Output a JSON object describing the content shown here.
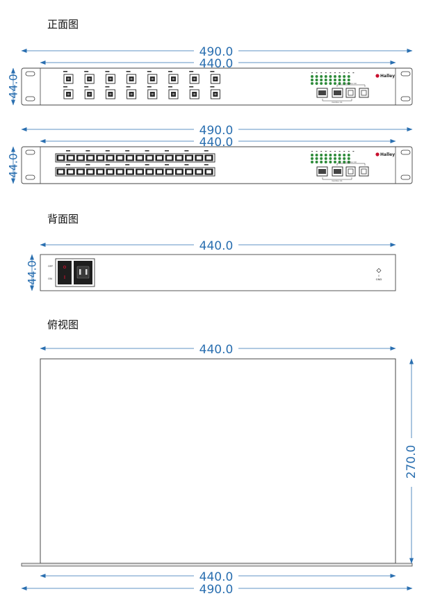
{
  "sections": {
    "front": "正面图",
    "back": "背面图",
    "top": "俯视图"
  },
  "dimensions": {
    "total_width": "490.0",
    "body_width": "440.0",
    "height": "44.0",
    "depth": "270.0"
  },
  "front_panel": {
    "brand": "Halley",
    "combo_top": "Combo 10",
    "combo_bottom": "Combo 11"
  },
  "back_panel": {
    "switch_off": "OFF",
    "switch_on": "ON",
    "ground_label": "GND"
  },
  "colors": {
    "dimension": "#2a6fb0",
    "led": "#2e8b3a",
    "brand": "#c8102e"
  }
}
